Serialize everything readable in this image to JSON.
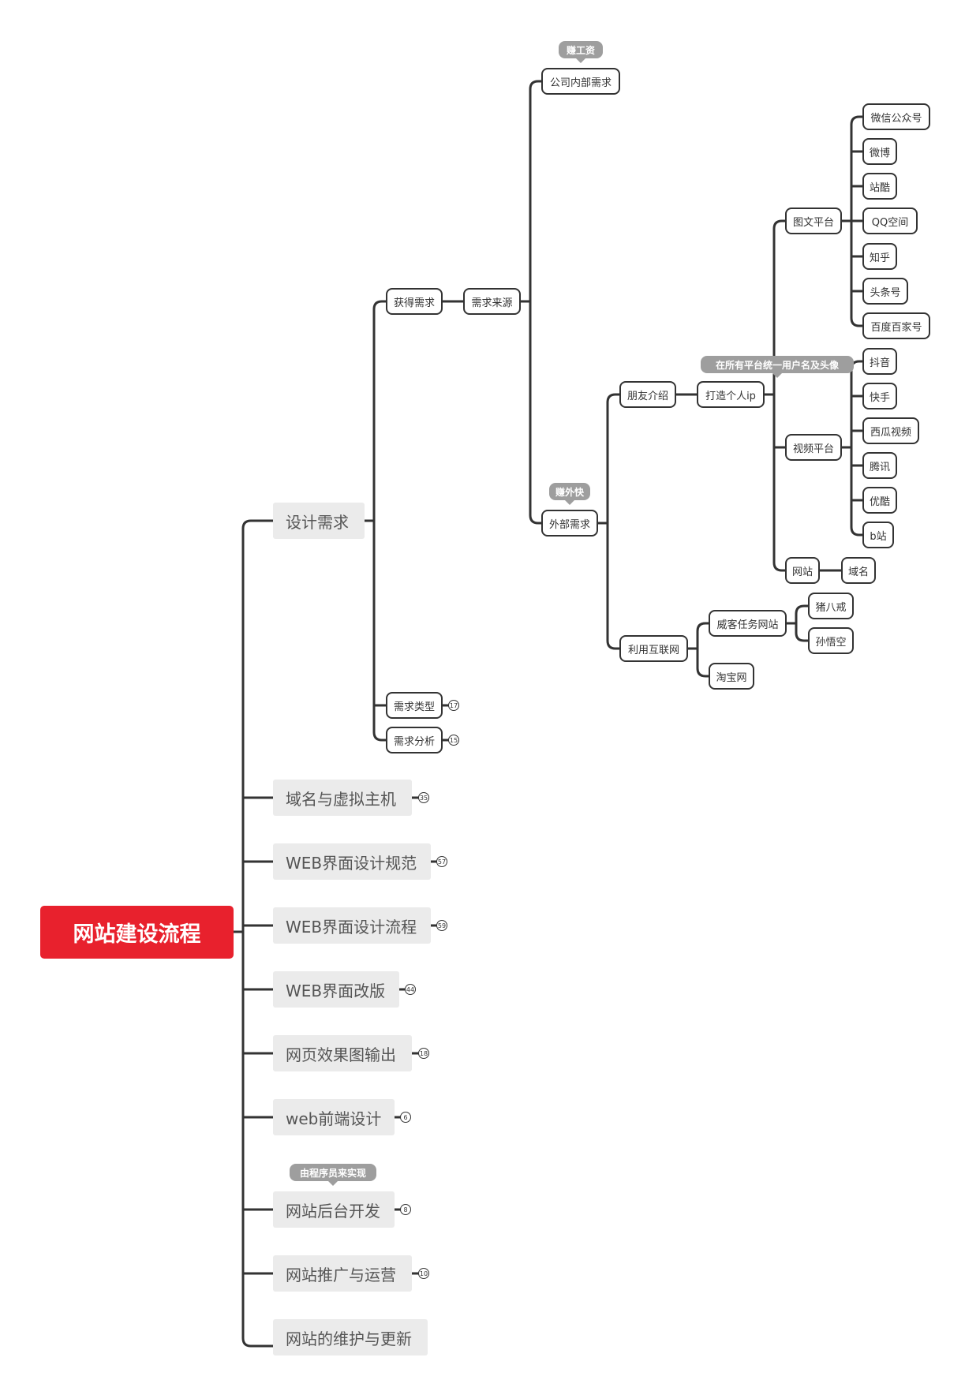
{
  "root": {
    "label": "网站建设流程",
    "color": "#e8212d"
  },
  "branches": {
    "design": "设计需求",
    "domain": {
      "label": "域名与虚拟主机",
      "count": "35"
    },
    "web_spec": {
      "label": "WEB界面设计规范",
      "count": "57"
    },
    "web_flow": {
      "label": "WEB界面设计流程",
      "count": "59"
    },
    "web_redesign": {
      "label": "WEB界面改版",
      "count": "44"
    },
    "mockup": {
      "label": "网页效果图输出",
      "count": "18"
    },
    "frontend": {
      "label": "web前端设计",
      "count": "6"
    },
    "backend": {
      "label": "网站后台开发",
      "count": "8",
      "note": "由程序员来实现"
    },
    "promotion": {
      "label": "网站推广与运营",
      "count": "10"
    },
    "maintenance": {
      "label": "网站的维护与更新"
    }
  },
  "design": {
    "get_req": "获得需求",
    "req_type": {
      "label": "需求类型",
      "count": "17"
    },
    "req_analysis": {
      "label": "需求分析",
      "count": "15"
    },
    "source": "需求来源",
    "internal": {
      "label": "公司内部需求",
      "note": "赚工资"
    },
    "external": {
      "label": "外部需求",
      "note": "赚外快"
    },
    "friend": "朋友介绍",
    "internet": "利用互联网",
    "personal_ip": {
      "label": "打造个人ip",
      "note": "在所有平台统一用户名及头像"
    },
    "text_platform": "图文平台",
    "video_platform": "视频平台",
    "website": "网站",
    "domain_name": "域名",
    "text_items": [
      "微信公众号",
      "微博",
      "站酷",
      "QQ空间",
      "知乎",
      "头条号",
      "百度百家号"
    ],
    "video_items": [
      "抖音",
      "快手",
      "西瓜视频",
      "腾讯",
      "优酷",
      "b站"
    ],
    "task_site": "威客任务网站",
    "task_items": [
      "猪八戒",
      "孙悟空"
    ],
    "taobao": "淘宝网"
  }
}
